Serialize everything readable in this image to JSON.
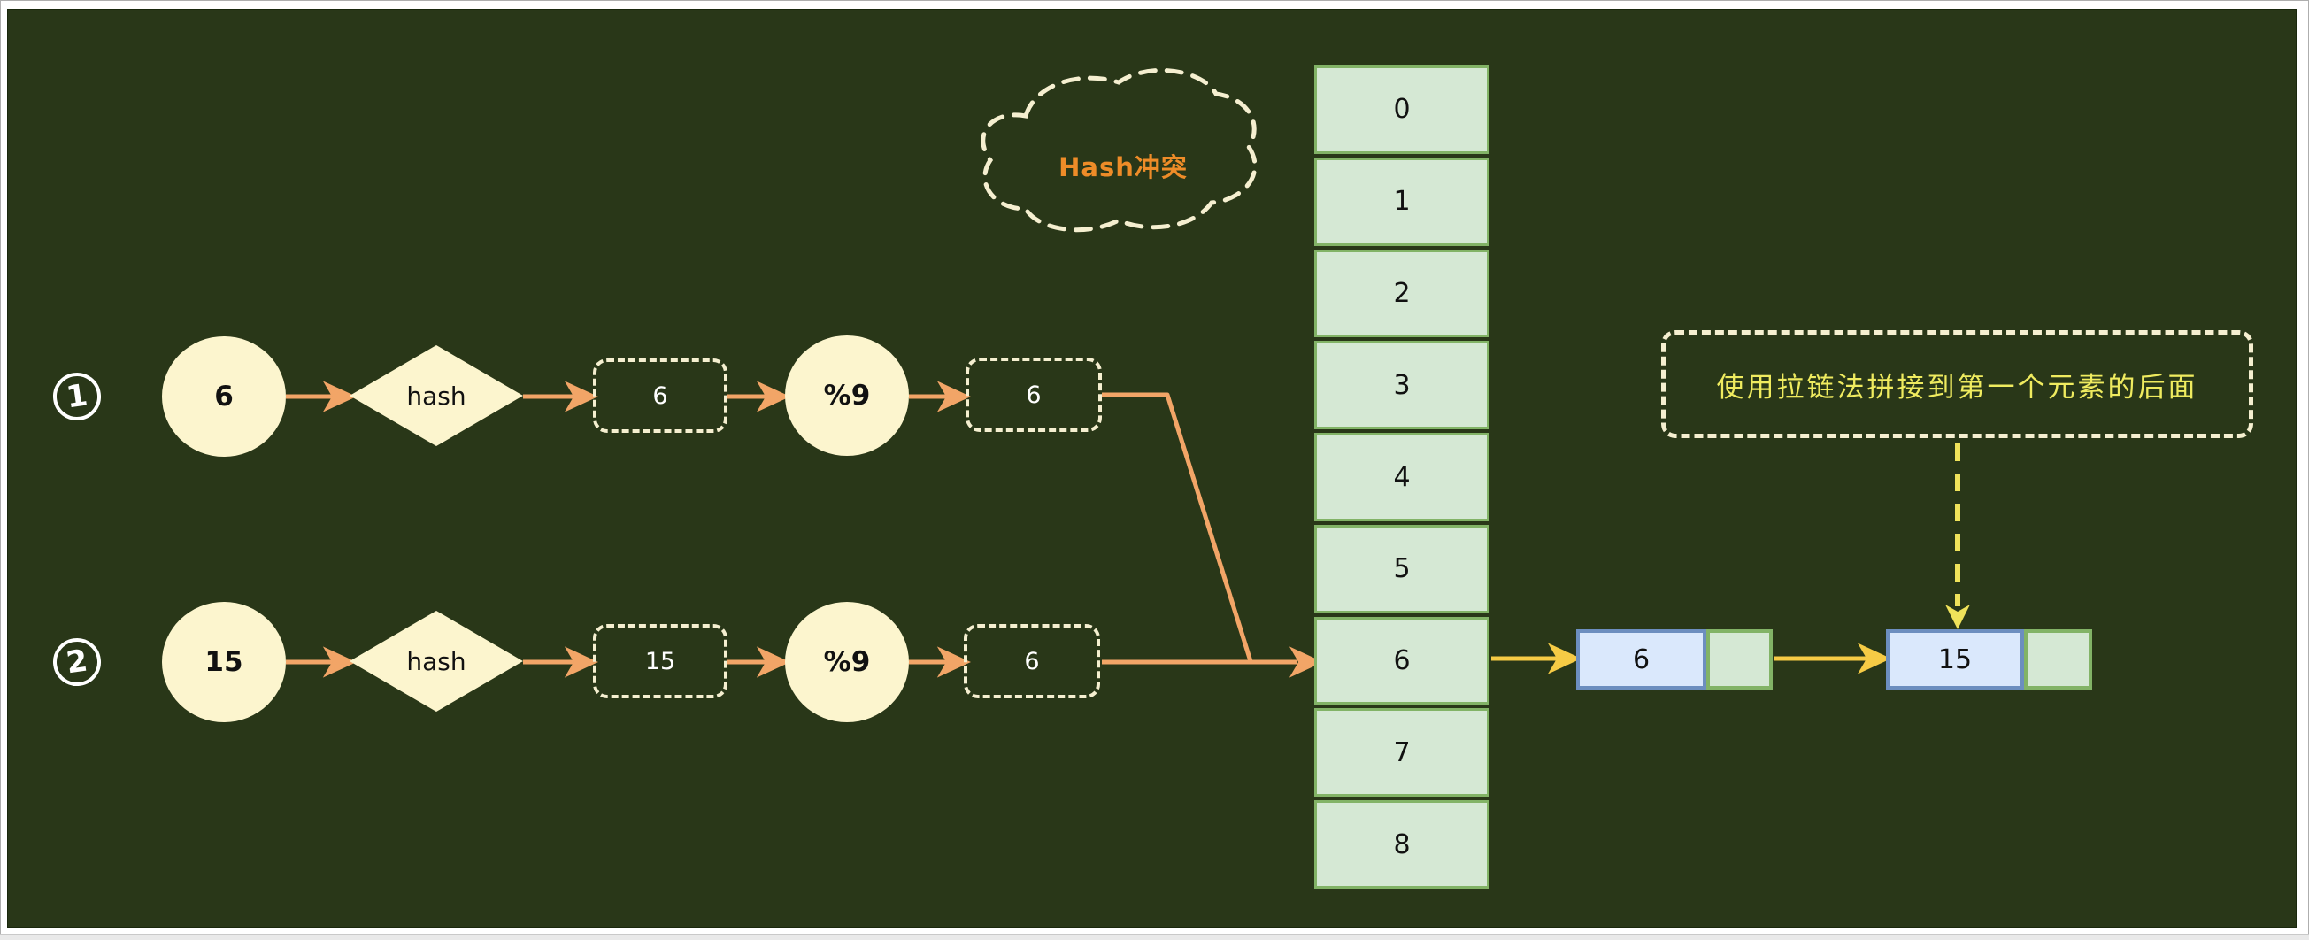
{
  "flows": [
    {
      "badge": "1",
      "input": "6",
      "hash_label": "hash",
      "hash_result": "6",
      "mod_label": "%9",
      "mod_result": "6"
    },
    {
      "badge": "2",
      "input": "15",
      "hash_label": "hash",
      "hash_result": "15",
      "mod_label": "%9",
      "mod_result": "6"
    }
  ],
  "cloud": {
    "label": "Hash冲突"
  },
  "hash_table": {
    "buckets": [
      "0",
      "1",
      "2",
      "3",
      "4",
      "5",
      "6",
      "7",
      "8"
    ]
  },
  "chain": [
    {
      "value": "6"
    },
    {
      "value": "15"
    }
  ],
  "callout": {
    "text": "使用拉链法拼接到第一个元素的后面"
  },
  "colors": {
    "canvas_bg": "#293718",
    "shape_fill": "#FCF5CE",
    "dashed_stroke": "#F5EFD0",
    "orange_arrow": "#F2A567",
    "cloud_text": "#EE8C28",
    "bucket_fill": "#D5E8D4",
    "bucket_border": "#82B366",
    "node_fill": "#DAE8FC",
    "node_border": "#6C8EBF",
    "yellow_arrow": "#F6CB45",
    "callout_text": "#EFEB5F",
    "white_text": "#FFFFFF",
    "black_text": "#111111"
  }
}
